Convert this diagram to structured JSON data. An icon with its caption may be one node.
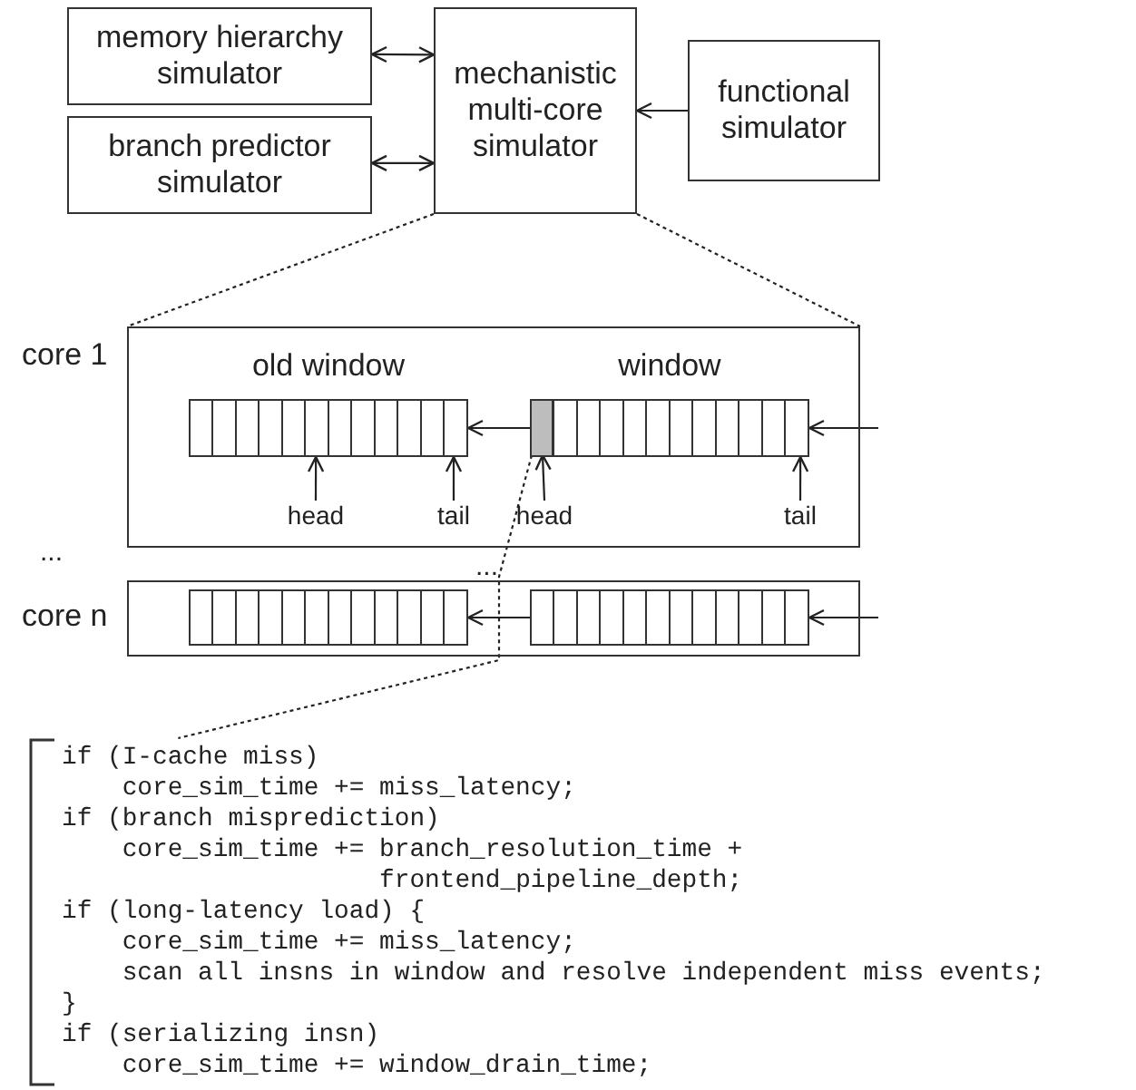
{
  "diagram": {
    "nodes": [
      {
        "text": [
          "memory hierarchy simulator"
        ]
      },
      {
        "text": [
          "branch predictor simulator"
        ]
      },
      {
        "text": [
          "mechanistic multi-core simulator"
        ]
      },
      {
        "text": [
          "functional simulator"
        ]
      },
      {
        "text": [
          "core 1"
        ]
      },
      {
        "text": [
          "old window"
        ],
        "in": 4
      },
      {
        "text": [
          "window"
        ],
        "in": 4
      },
      {
        "text": [],
        "shape": "box",
        "in": 6
      },
      {
        "text": [
          "head"
        ],
        "in": 4
      },
      {
        "text": [
          "tail"
        ],
        "in": 4
      },
      {
        "text": [
          "head"
        ],
        "in": 4
      },
      {
        "text": [
          "tail"
        ],
        "in": 4
      },
      {
        "text": [
          "core n"
        ]
      },
      {
        "text": [],
        "shape": "bar",
        "in": 12
      },
      {
        "text": [],
        "shape": "bar",
        "in": 12
      },
      {
        "text": [
          "if (I-cache miss)",
          "core_sim_time += miss_latency;",
          "if (branch misprediction)",
          "core_sim_time += branch_resolution_time +",
          "frontend_pipeline_depth;",
          "if (long-latency load) {",
          "core_sim_time += miss_latency;",
          "scan all insns in window and resolve independent miss events;",
          "}",
          "if (serializing insn)",
          "core_sim_time += window_drain_time;"
        ]
      }
    ],
    "edges": [
      {
        "from": 0,
        "to": 2,
        "arrow": "both"
      },
      {
        "from": 1,
        "to": 2,
        "arrow": "both"
      },
      {
        "from": 3,
        "to": 2,
        "arrow": "to"
      },
      {
        "from": 2,
        "to": 4,
        "arrow": "none",
        "style": "dashed"
      },
      {
        "from": 2,
        "to": 4,
        "arrow": "none",
        "style": "dashed"
      },
      {
        "from": null,
        "to": 6,
        "arrow": "to"
      },
      {
        "from": 6,
        "to": 5,
        "arrow": "to"
      },
      {
        "from": 8,
        "to": 5,
        "arrow": "to"
      },
      {
        "from": 9,
        "to": 5,
        "arrow": "to"
      },
      {
        "from": 10,
        "to": 7,
        "arrow": "to"
      },
      {
        "from": 11,
        "to": 6,
        "arrow": "to"
      },
      {
        "from": null,
        "to": 14,
        "arrow": "to"
      },
      {
        "from": 14,
        "to": 13,
        "arrow": "to"
      },
      {
        "from": 7,
        "to": 15,
        "arrow": "none",
        "style": "dashed"
      }
    ],
    "labels": [
      "...",
      "..."
    ]
  }
}
